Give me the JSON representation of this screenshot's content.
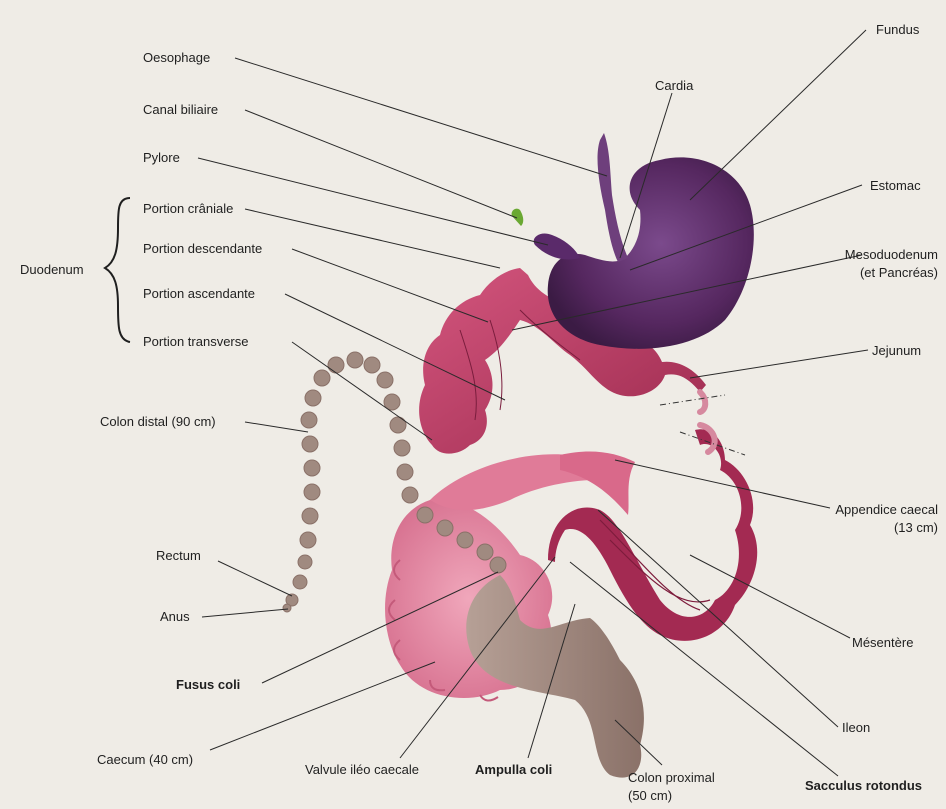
{
  "labels": {
    "oesophage": "Oesophage",
    "canal_biliaire": "Canal biliaire",
    "pylore": "Pylore",
    "portion_craniale": "Portion crâniale",
    "portion_descendante": "Portion descendante",
    "portion_ascendante": "Portion ascendante",
    "portion_transverse": "Portion transverse",
    "duodenum": "Duodenum",
    "colon_distal": "Colon distal (90 cm)",
    "rectum": "Rectum",
    "anus": "Anus",
    "fusus_coli": "Fusus coli",
    "caecum": "Caecum (40 cm)",
    "valvule": "Valvule iléo caecale",
    "ampulla_coli": "Ampulla coli",
    "colon_proximal_1": "Colon proximal",
    "colon_proximal_2": "(50 cm)",
    "sacculus_rotondus": "Sacculus rotondus",
    "ileon": "Ileon",
    "mesentere": "Mésentère",
    "appendice_1": "Appendice caecal",
    "appendice_2": "(13 cm)",
    "jejunum": "Jejunum",
    "mesoduodenum_1": "Mesoduodenum",
    "mesoduodenum_2": "(et Pancréas)",
    "estomac": "Estomac",
    "cardia": "Cardia",
    "fundus": "Fundus"
  },
  "colors": {
    "background": "#efece6",
    "stomach": "#5a2a6a",
    "intestine": "#b8385e",
    "caecum": "#e48aa4",
    "colon": "#a08a80",
    "bile_duct": "#6aa832"
  }
}
